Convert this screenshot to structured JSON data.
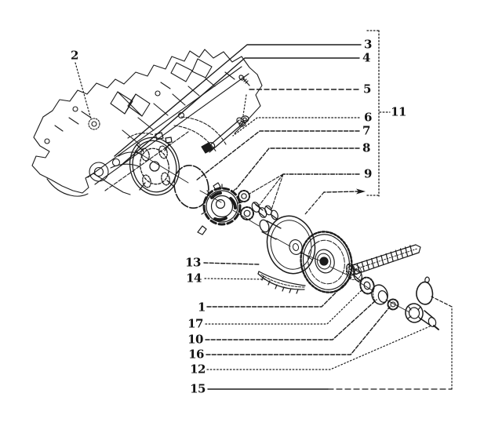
{
  "palette": {
    "background": "#ffffff",
    "ink": "#1b1b1b"
  },
  "callouts": {
    "p1": {
      "label": "1"
    },
    "p2": {
      "label": "2"
    },
    "p3": {
      "label": "3"
    },
    "p4": {
      "label": "4"
    },
    "p5": {
      "label": "5"
    },
    "p6": {
      "label": "6"
    },
    "p7": {
      "label": "7"
    },
    "p8": {
      "label": "8"
    },
    "p9": {
      "label": "9"
    },
    "p10": {
      "label": "10"
    },
    "p11": {
      "label": "11"
    },
    "p12": {
      "label": "12"
    },
    "p13": {
      "label": "13"
    },
    "p14": {
      "label": "14"
    },
    "p15": {
      "label": "15"
    },
    "p16": {
      "label": "16"
    },
    "p17": {
      "label": "17"
    }
  }
}
